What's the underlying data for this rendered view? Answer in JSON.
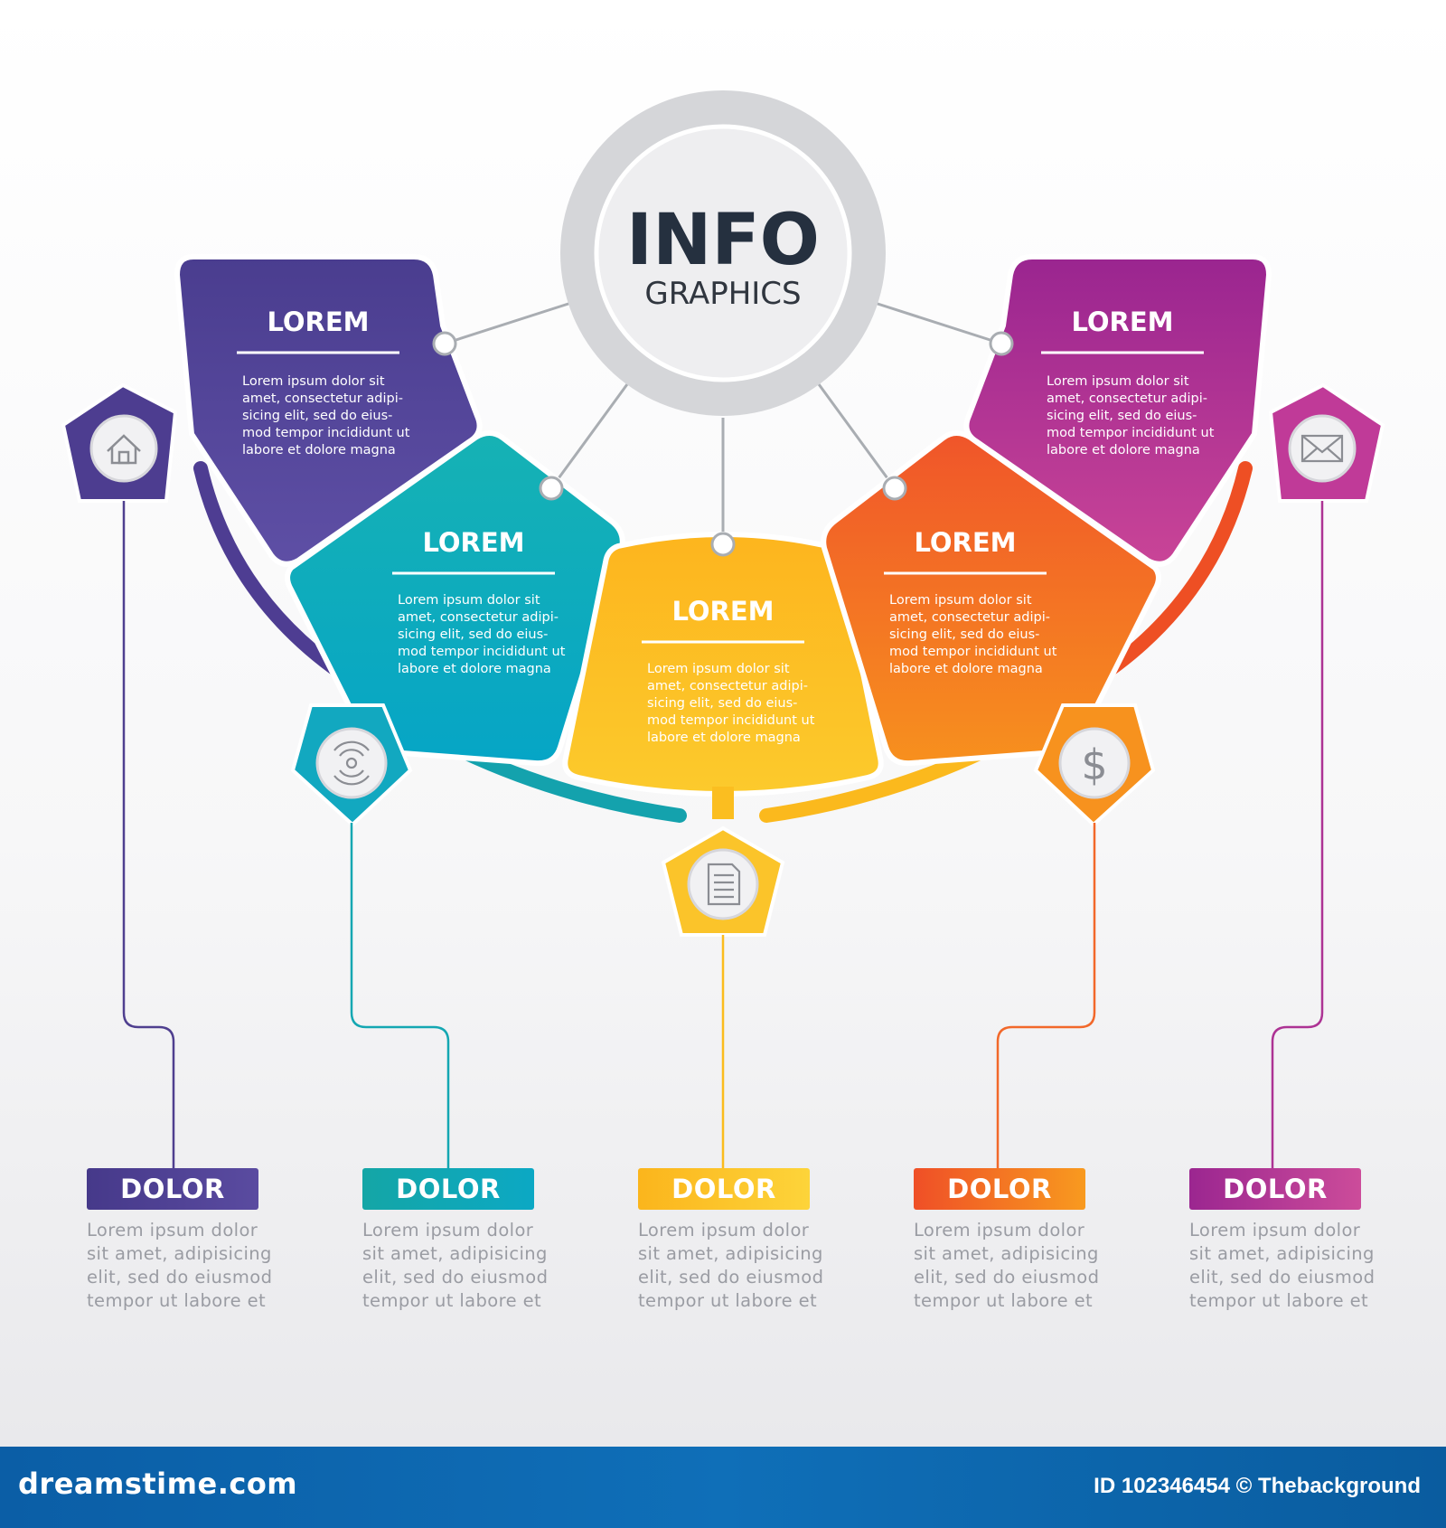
{
  "hub": {
    "title": "INFO",
    "subtitle": "GRAPHICS"
  },
  "segments": [
    {
      "heading": "LOREM",
      "lines": [
        "Lorem ipsum dolor sit",
        "amet, consectetur adipi-",
        "sicing elit, sed do eius-",
        "mod tempor incididunt ut",
        "labore et dolore magna"
      ],
      "color": "#523f93",
      "icon": "home-icon"
    },
    {
      "heading": "LOREM",
      "lines": [
        "Lorem ipsum dolor sit",
        "amet, consectetur adipi-",
        "sicing elit, sed do eius-",
        "mod tempor incididunt ut",
        "labore et dolore magna"
      ],
      "color": "#14a8b5",
      "icon": "wireless-icon"
    },
    {
      "heading": "LOREM",
      "lines": [
        "Lorem ipsum dolor sit",
        "amet, consectetur adipi-",
        "sicing elit, sed do eius-",
        "mod tempor incididunt ut",
        "labore et dolore magna"
      ],
      "color": "#fbbd1f",
      "icon": "document-icon"
    },
    {
      "heading": "LOREM",
      "lines": [
        "Lorem ipsum dolor sit",
        "amet, consectetur adipi-",
        "sicing elit, sed do eius-",
        "mod tempor incididunt ut",
        "labore et dolore magna"
      ],
      "color": "#f26a24",
      "icon": "dollar-icon"
    },
    {
      "heading": "LOREM",
      "lines": [
        "Lorem ipsum dolor sit",
        "amet, consectetur adipi-",
        "sicing elit, sed do eius-",
        "mod tempor incididunt ut",
        "labore et dolore magna"
      ],
      "color": "#b0318f",
      "icon": "mail-icon"
    }
  ],
  "dolor": [
    {
      "label": "DOLOR",
      "lines": [
        "Lorem ipsum dolor",
        "sit amet, adipisicing",
        "elit, sed do eiusmod",
        "tempor ut labore et"
      ],
      "color": "#4f3f8f"
    },
    {
      "label": "DOLOR",
      "lines": [
        "Lorem ipsum dolor",
        "sit amet, adipisicing",
        "elit, sed do eiusmod",
        "tempor ut labore et"
      ],
      "color": "#14a7b2"
    },
    {
      "label": "DOLOR",
      "lines": [
        "Lorem ipsum dolor",
        "sit amet, adipisicing",
        "elit, sed do eiusmod",
        "tempor ut labore et"
      ],
      "color": "#fbbc1d"
    },
    {
      "label": "DOLOR",
      "lines": [
        "Lorem ipsum dolor",
        "sit amet, adipisicing",
        "elit, sed do eiusmod",
        "tempor ut labore et"
      ],
      "color": "#f2682a"
    },
    {
      "label": "DOLOR",
      "lines": [
        "Lorem ipsum dolor",
        "sit amet, adipisicing",
        "elit, sed do eiusmod",
        "tempor ut labore et"
      ],
      "color": "#ad3394"
    }
  ],
  "footer": {
    "brand": "dreamstime.com",
    "credit": "ID 102346454 © Thebackground"
  }
}
